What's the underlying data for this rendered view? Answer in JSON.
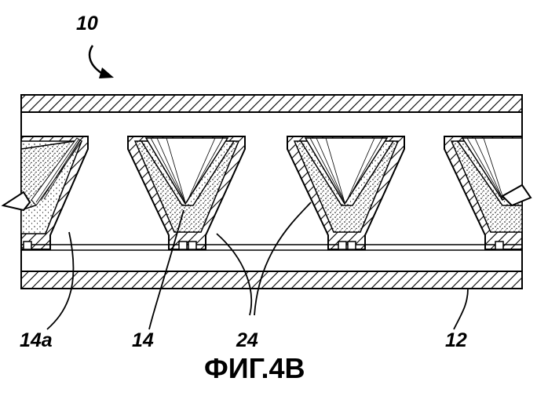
{
  "figure": {
    "caption": "ФИГ.4В",
    "labels": {
      "device": "10",
      "part_14a": "14a",
      "part_14": "14",
      "part_24": "24",
      "part_12": "12"
    }
  },
  "colors": {
    "ink": "#000000",
    "paper": "#ffffff"
  }
}
